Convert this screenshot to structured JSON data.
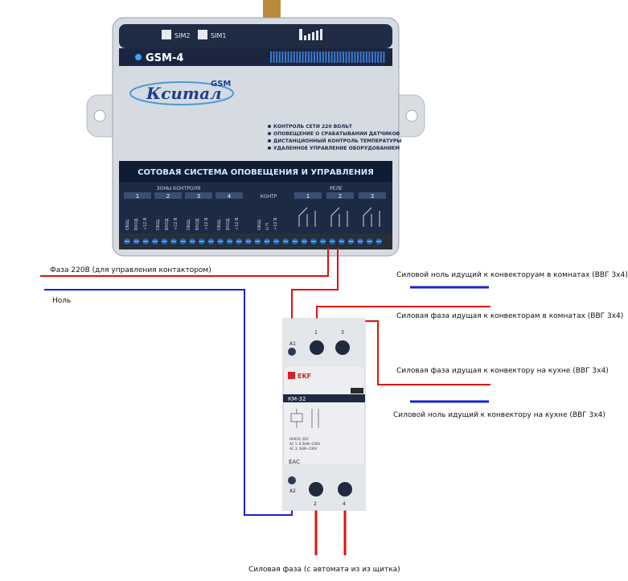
{
  "gsm": {
    "model": "GSM-4",
    "brand": "Кситал",
    "brand_suffix": "GSM",
    "sim1": "SIM1",
    "sim2": "SIM2",
    "features": [
      "КОНТРОЛЬ СЕТИ 220 ВОЛЬТ",
      "ОПОВЕЩЕНИЕ О СРАБАТЫВАНИИ ДАТЧИКОВ",
      "ДИСТАНЦИОННЫЙ КОНТРОЛЬ ТЕМПЕРАТУРЫ",
      "УДАЛЕННОЕ УПРАВЛЕНИЕ ОБОРУДОВАНИЕМ"
    ],
    "banner": "СОТОВАЯ СИСТЕМА ОПОВЕЩЕНИЯ И УПРАВЛЕНИЯ",
    "zones_title": "ЗОНЫ КОНТРОЛЯ",
    "zone_numbers": [
      "1",
      "2",
      "3",
      "4"
    ],
    "zone_terminals": [
      "ОБЩ.",
      "ВХОД",
      "+12 В"
    ],
    "control_title": "КОНТР",
    "control_terminals": [
      "ОБЩ.",
      "U П",
      "+12 В"
    ],
    "relay_title": "РЕЛЕ",
    "relay_numbers": [
      "1",
      "2",
      "3"
    ]
  },
  "contactor": {
    "brand": "EKF",
    "model": "КМ-32",
    "terminals_top": [
      "A1",
      "1",
      "3"
    ],
    "terminals_bottom": [
      "A2",
      "2",
      "4"
    ],
    "rating_lines": [
      "НАК(S) 32A",
      "AC 1: 6.5kW~230V",
      "AC 3: 3kW~230V"
    ],
    "mark": "EAC"
  },
  "labels": {
    "phase_control": "Фаза 220В (для управления контактором)",
    "neutral": "Ноль",
    "neutral_rooms": "Силовой ноль идущий к конвекторуам в комнатах (ВВГ 3х4)",
    "phase_rooms": "Силовая фаза идущая к конвекторам в комнатах (ВВГ 3х4)",
    "phase_kitchen": "Силовая фаза идущая к конвектору на кухне (ВВГ 3х4)",
    "neutral_kitchen": "Силовой ноль идущий к конвектору на кухне (ВВГ 3х4)",
    "phase_supply": "Силовая фаза (с автомата из из щитка)"
  },
  "colors": {
    "phase": "#e01010",
    "neutral": "#1a22cc",
    "panel": "#1c2a44",
    "banner_text": "#cfe8ff",
    "accent": "#34a6ff"
  }
}
